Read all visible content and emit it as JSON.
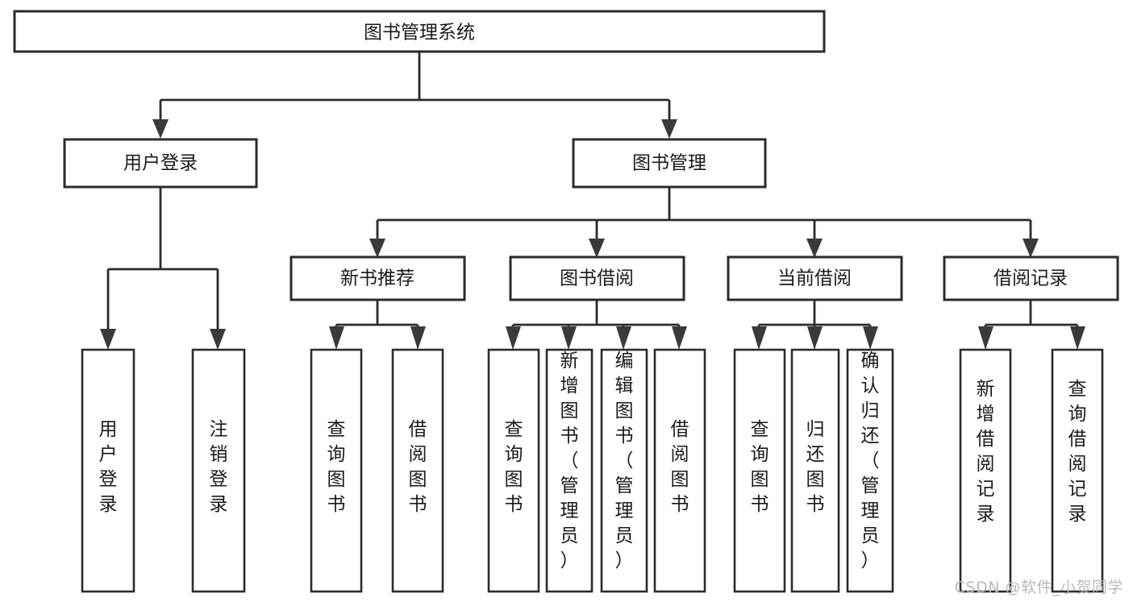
{
  "diagram": {
    "type": "tree-hierarchy",
    "title": "图书管理系统",
    "watermark": "CSDN @软件_小贺同学",
    "colors": {
      "background": "#ffffff",
      "stroke": "#2b2b2b",
      "arrow_fill": "#3a3a3a",
      "text": "#1a1a1a",
      "watermark": "#b9b9b9"
    },
    "root": {
      "label": "图书管理系统",
      "id": "root"
    },
    "level2": [
      {
        "id": "user-login",
        "label": "用户登录"
      },
      {
        "id": "book-manage",
        "label": "图书管理"
      }
    ],
    "level3": [
      {
        "id": "new-book-recommend",
        "label": "新书推荐",
        "parent": "book-manage"
      },
      {
        "id": "book-borrow",
        "label": "图书借阅",
        "parent": "book-manage"
      },
      {
        "id": "current-borrow",
        "label": "当前借阅",
        "parent": "book-manage"
      },
      {
        "id": "borrow-record",
        "label": "借阅记录",
        "parent": "book-manage"
      }
    ],
    "leaves": [
      {
        "id": "leaf-user-login",
        "label": "用户登录",
        "parent": "user-login"
      },
      {
        "id": "leaf-logout",
        "label": "注销登录",
        "parent": "user-login"
      },
      {
        "id": "leaf-query-book-1",
        "label": "查询图书",
        "parent": "new-book-recommend"
      },
      {
        "id": "leaf-borrow-book-1",
        "label": "借阅图书",
        "parent": "new-book-recommend"
      },
      {
        "id": "leaf-query-book-2",
        "label": "查询图书",
        "parent": "book-borrow"
      },
      {
        "id": "leaf-add-book",
        "label": "新增图书（管理员）",
        "parent": "book-borrow"
      },
      {
        "id": "leaf-edit-book",
        "label": "编辑图书（管理员）",
        "parent": "book-borrow"
      },
      {
        "id": "leaf-borrow-book-2",
        "label": "借阅图书",
        "parent": "book-borrow"
      },
      {
        "id": "leaf-query-book-3",
        "label": "查询图书",
        "parent": "current-borrow"
      },
      {
        "id": "leaf-return-book",
        "label": "归还图书",
        "parent": "current-borrow"
      },
      {
        "id": "leaf-confirm-return",
        "label": "确认归还（管理员）",
        "parent": "current-borrow"
      },
      {
        "id": "leaf-add-record",
        "label": "新增借阅记录",
        "parent": "borrow-record"
      },
      {
        "id": "leaf-query-record",
        "label": "查询借阅记录",
        "parent": "borrow-record"
      }
    ]
  }
}
